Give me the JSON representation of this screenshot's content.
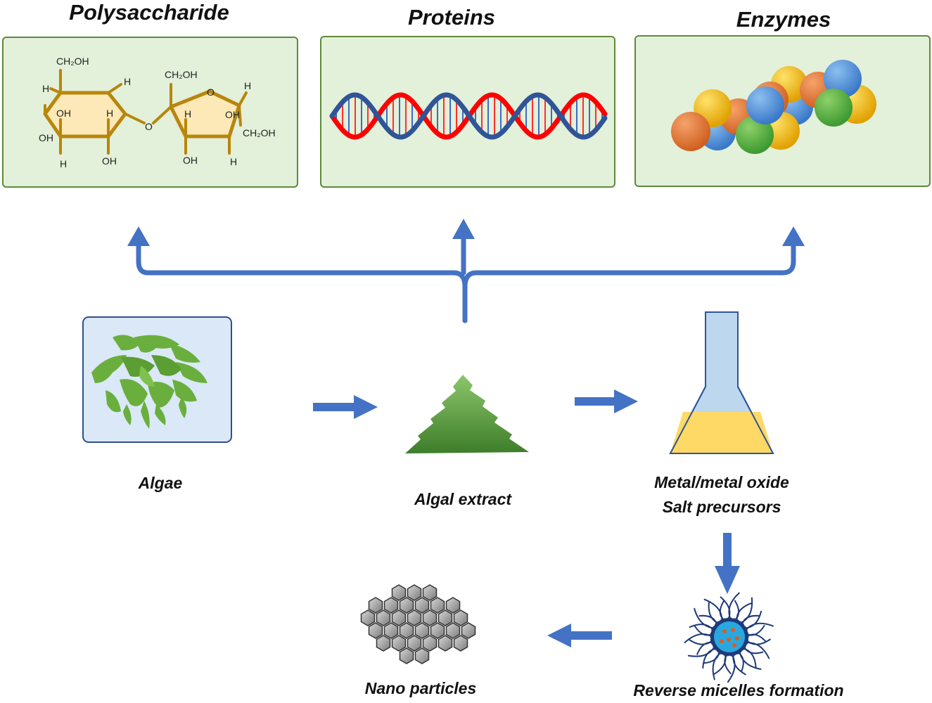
{
  "top_panels": {
    "polysaccharide": {
      "title": "Polysaccharide",
      "labels": {
        "ch2oh_a": "CH₂OH",
        "ch2oh_b": "CH₂OH",
        "ch2oh_c": "CH₂OH",
        "h_1": "H",
        "h_2": "H",
        "h_3": "H",
        "h_4": "H",
        "h_5": "H",
        "h_6": "H",
        "h_7": "H",
        "oh_1": "OH",
        "oh_2": "OH",
        "oh_3": "OH",
        "oh_4": "OH",
        "oh_5": "OH",
        "o_ring": "O",
        "o_link": "O"
      }
    },
    "proteins": {
      "title": "Proteins"
    },
    "enzymes": {
      "title": "Enzymes"
    }
  },
  "flow": {
    "algae": "Algae",
    "algal_extract": "Algal extract",
    "precursors_line1": "Metal/metal oxide",
    "precursors_line2": "Salt precursors",
    "micelles": "Reverse micelles formation",
    "nanoparticles": "Nano particles"
  },
  "colors": {
    "arrow": "#4472c4",
    "panel_fill": "#e3f0da",
    "panel_border": "#5c8a3a",
    "sugar_bond": "#b8860b",
    "sugar_fill": "#fde9b8",
    "dna_blue": "#2f5597",
    "dna_red": "#ff0000",
    "algae_green": "#6aaf3d",
    "flask_liquid": "#ffd966",
    "flask_glass": "#bdd7ee"
  }
}
